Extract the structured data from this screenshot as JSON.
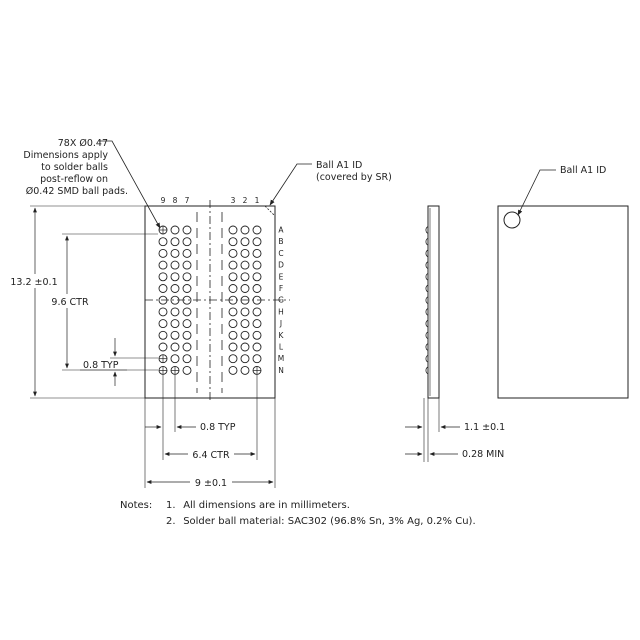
{
  "callouts": {
    "ball_spec": [
      "78X Ø0.47",
      "Dimensions apply",
      "to solder balls",
      "post-reflow on",
      "Ø0.42 SMD ball pads."
    ],
    "ball_a1_front": [
      "Ball A1 ID",
      "(covered by SR)"
    ],
    "ball_a1_back": "Ball A1 ID"
  },
  "columns_left": [
    "9",
    "8",
    "7"
  ],
  "columns_right": [
    "3",
    "2",
    "1"
  ],
  "rows": [
    "A",
    "B",
    "C",
    "D",
    "E",
    "F",
    "G",
    "H",
    "J",
    "K",
    "L",
    "M",
    "N"
  ],
  "dimensions": {
    "height": "13.2 ±0.1",
    "center_rows": "9.6 CTR",
    "pitch_row": "0.8 TYP",
    "pitch_col": "0.8 TYP",
    "center_cols": "6.4 CTR",
    "width": "9 ±0.1",
    "thickness": "1.1 ±0.1",
    "standoff": "0.28 MIN"
  },
  "notes": {
    "label": "Notes:",
    "items": [
      {
        "num": "1.",
        "text": "All dimensions are in millimeters."
      },
      {
        "num": "2.",
        "text": "Solder ball material: SAC302 (96.8% Sn, 3% Ag, 0.2% Cu)."
      }
    ]
  },
  "colors": {
    "line": "#222222",
    "background": "#ffffff"
  }
}
